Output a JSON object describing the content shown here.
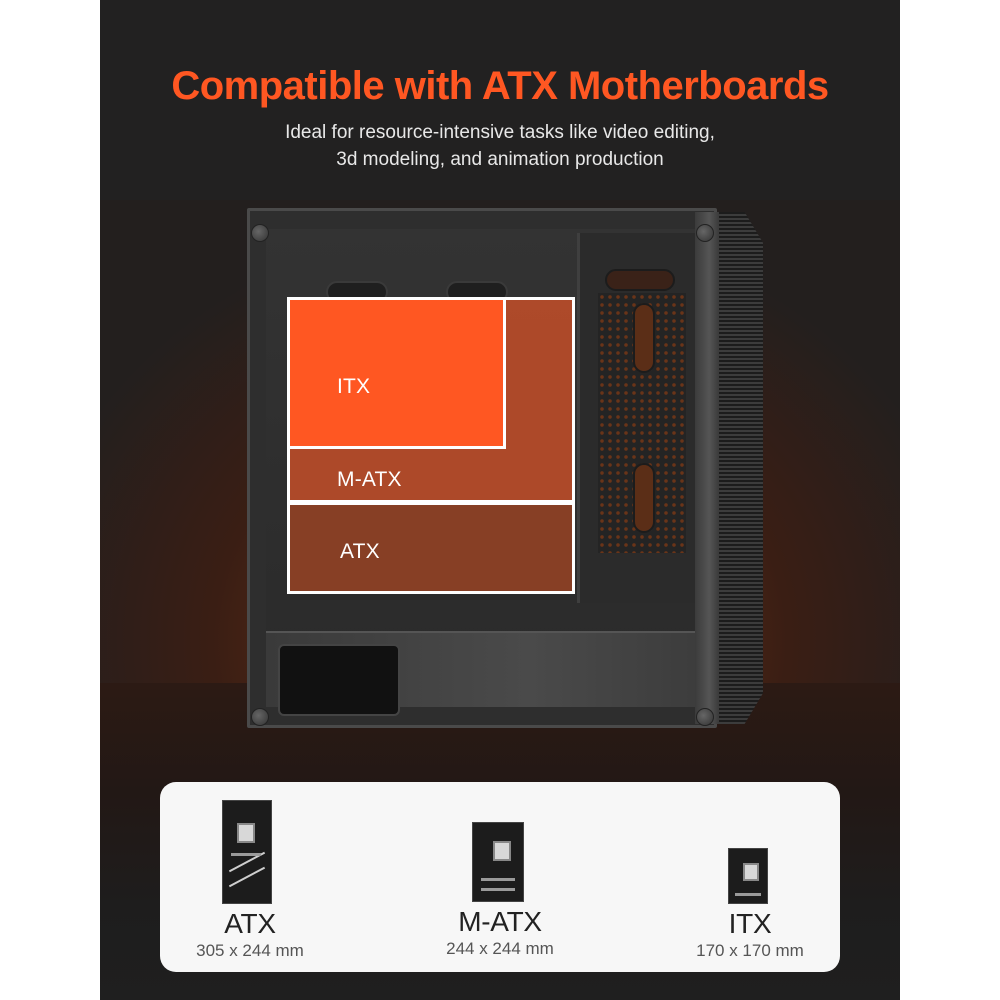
{
  "header": {
    "title": "Compatible with ATX Motherboards",
    "subtitle_line1": "Ideal for resource-intensive tasks like video editing,",
    "subtitle_line2": "3d modeling, and animation production"
  },
  "colors": {
    "accent": "#FF5722",
    "panel_background": "#222121",
    "card_background": "#F7F7F7"
  },
  "case_overlay": {
    "itx_label": "ITX",
    "matx_label": "M-ATX",
    "atx_label": "ATX"
  },
  "form_factors": [
    {
      "name": "ATX",
      "size": "305 x 244 mm",
      "icon": "atx-motherboard-icon"
    },
    {
      "name": "M-ATX",
      "size": "244 x 244 mm",
      "icon": "matx-motherboard-icon"
    },
    {
      "name": "ITX",
      "size": "170 x 170 mm",
      "icon": "itx-motherboard-icon"
    }
  ]
}
